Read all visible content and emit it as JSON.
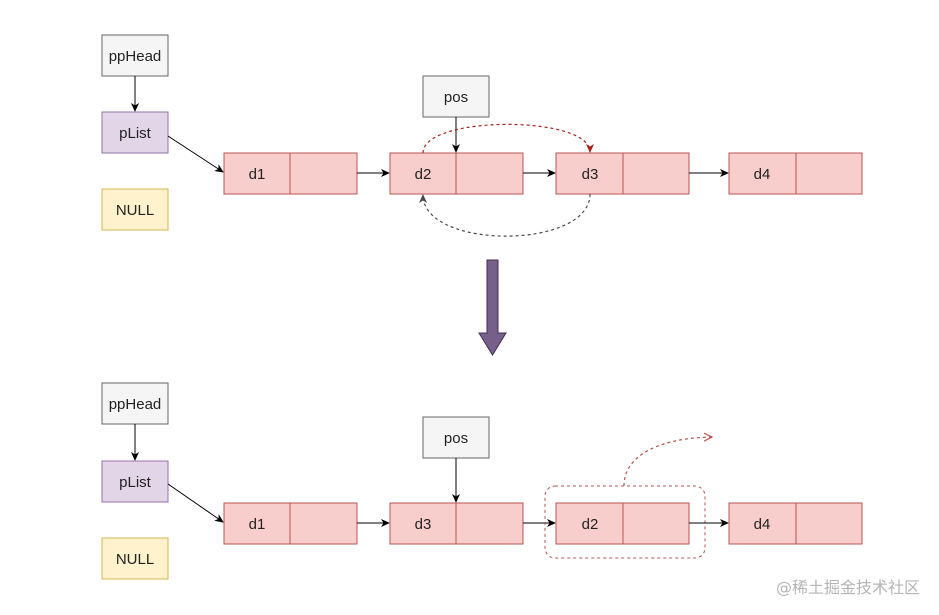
{
  "colors": {
    "gray_fill": "#f5f5f5",
    "gray_stroke": "#666666",
    "purple_fill": "#e1d5e7",
    "purple_stroke": "#9673a6",
    "yellow_fill": "#fff2cc",
    "yellow_stroke": "#d6b656",
    "node_fill": "#f8cecc",
    "node_stroke": "#b85450",
    "arrow": "#000000",
    "dashed_red": "#a8201a",
    "dashed_dark": "#4a4a4a",
    "big_arrow_fill": "#76608a",
    "big_arrow_stroke": "#432d57"
  },
  "before": {
    "pphead_label": "ppHead",
    "plist_label": "pList",
    "null_label": "NULL",
    "pos_label": "pos",
    "nodes": [
      "d1",
      "d2",
      "d3",
      "d4"
    ]
  },
  "after": {
    "pphead_label": "ppHead",
    "plist_label": "pList",
    "null_label": "NULL",
    "pos_label": "pos",
    "nodes": [
      "d1",
      "d3",
      "d2",
      "d4"
    ]
  },
  "watermark": "@稀土掘金技术社区"
}
